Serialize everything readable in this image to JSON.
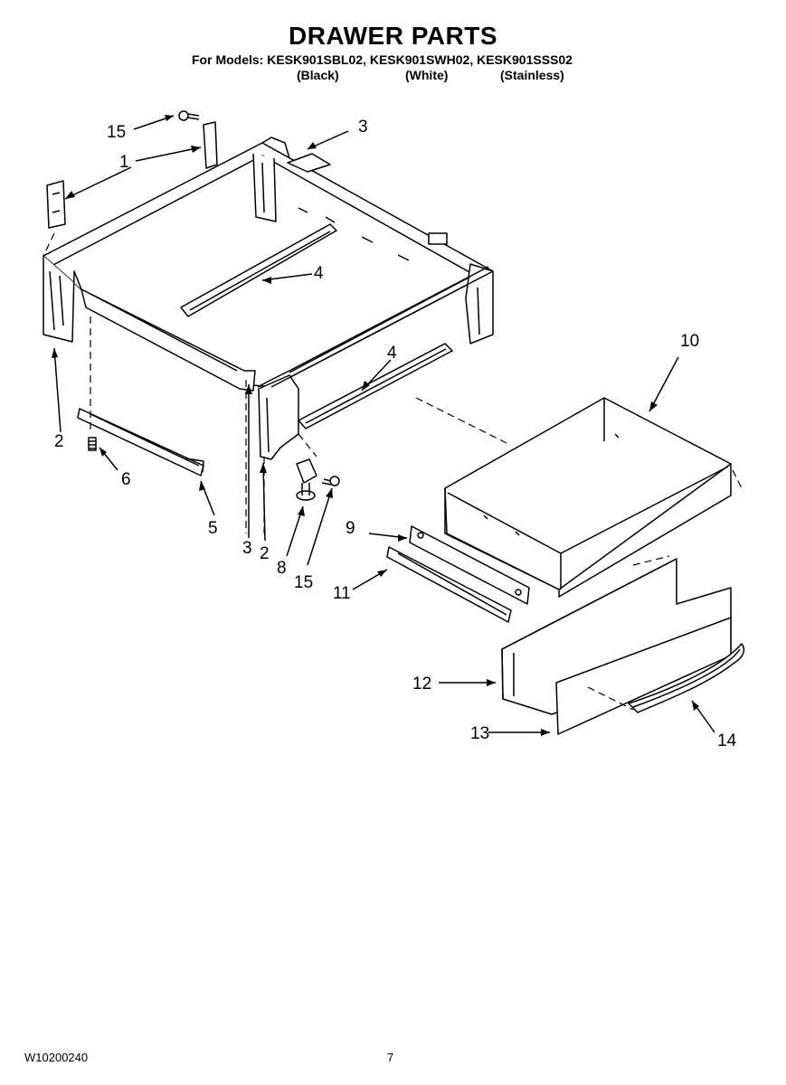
{
  "header": {
    "title": "DRAWER PARTS",
    "models_line": "For Models: KESK901SBL02, KESK901SWH02, KESK901SSS02",
    "finishes": [
      "(Black)",
      "(White)",
      "(Stainless)"
    ]
  },
  "callouts": [
    {
      "label": "15"
    },
    {
      "label": "1"
    },
    {
      "label": "3"
    },
    {
      "label": "4"
    },
    {
      "label": "4"
    },
    {
      "label": "2"
    },
    {
      "label": "6"
    },
    {
      "label": "5"
    },
    {
      "label": "3"
    },
    {
      "label": "2"
    },
    {
      "label": "8"
    },
    {
      "label": "15"
    },
    {
      "label": "10"
    },
    {
      "label": "9"
    },
    {
      "label": "11"
    },
    {
      "label": "12"
    },
    {
      "label": "13"
    },
    {
      "label": "14"
    }
  ],
  "footer": {
    "doc_number": "W10200240",
    "page_number": "7"
  }
}
